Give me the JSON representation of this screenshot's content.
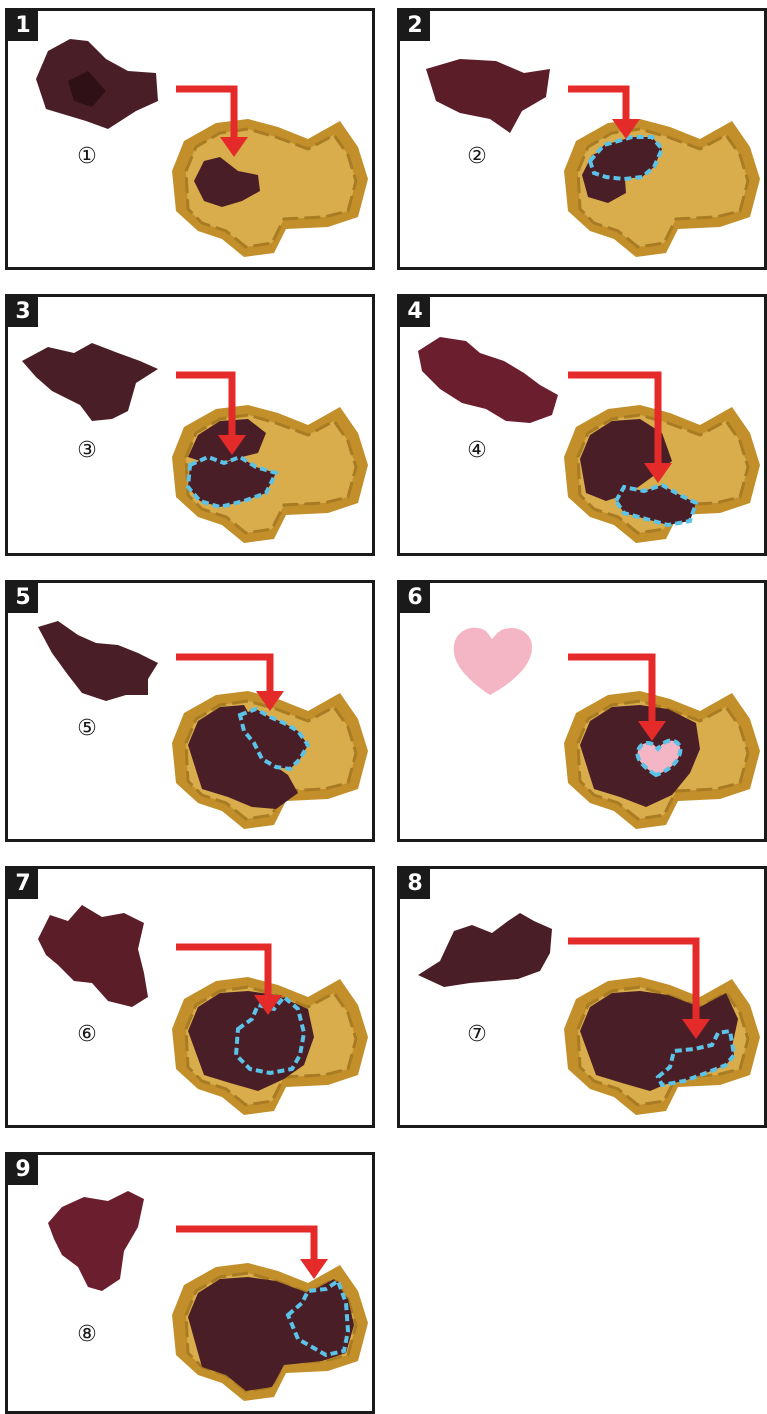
{
  "colors": {
    "chocolate": "#4a1e27",
    "chocolate_light": "#6b2530",
    "tray": "#d9ad4c",
    "tray_edge": "#c28f2a",
    "arrow": "#e52a2a",
    "outline": "#5bc2e8",
    "heart": "#f4b6c4"
  },
  "steps": [
    {
      "number": "1",
      "piece_label": "①",
      "piece_icon": "chocolate-piece-icon"
    },
    {
      "number": "2",
      "piece_label": "②",
      "piece_icon": "chocolate-piece-icon"
    },
    {
      "number": "3",
      "piece_label": "③",
      "piece_icon": "chocolate-piece-icon"
    },
    {
      "number": "4",
      "piece_label": "④",
      "piece_icon": "chocolate-piece-icon"
    },
    {
      "number": "5",
      "piece_label": "⑤",
      "piece_icon": "chocolate-piece-icon"
    },
    {
      "number": "6",
      "piece_label": "",
      "piece_icon": "pink-heart-icon"
    },
    {
      "number": "7",
      "piece_label": "⑥",
      "piece_icon": "chocolate-piece-icon"
    },
    {
      "number": "8",
      "piece_label": "⑦",
      "piece_icon": "chocolate-piece-icon"
    },
    {
      "number": "9",
      "piece_label": "⑧",
      "piece_icon": "chocolate-piece-icon"
    }
  ]
}
